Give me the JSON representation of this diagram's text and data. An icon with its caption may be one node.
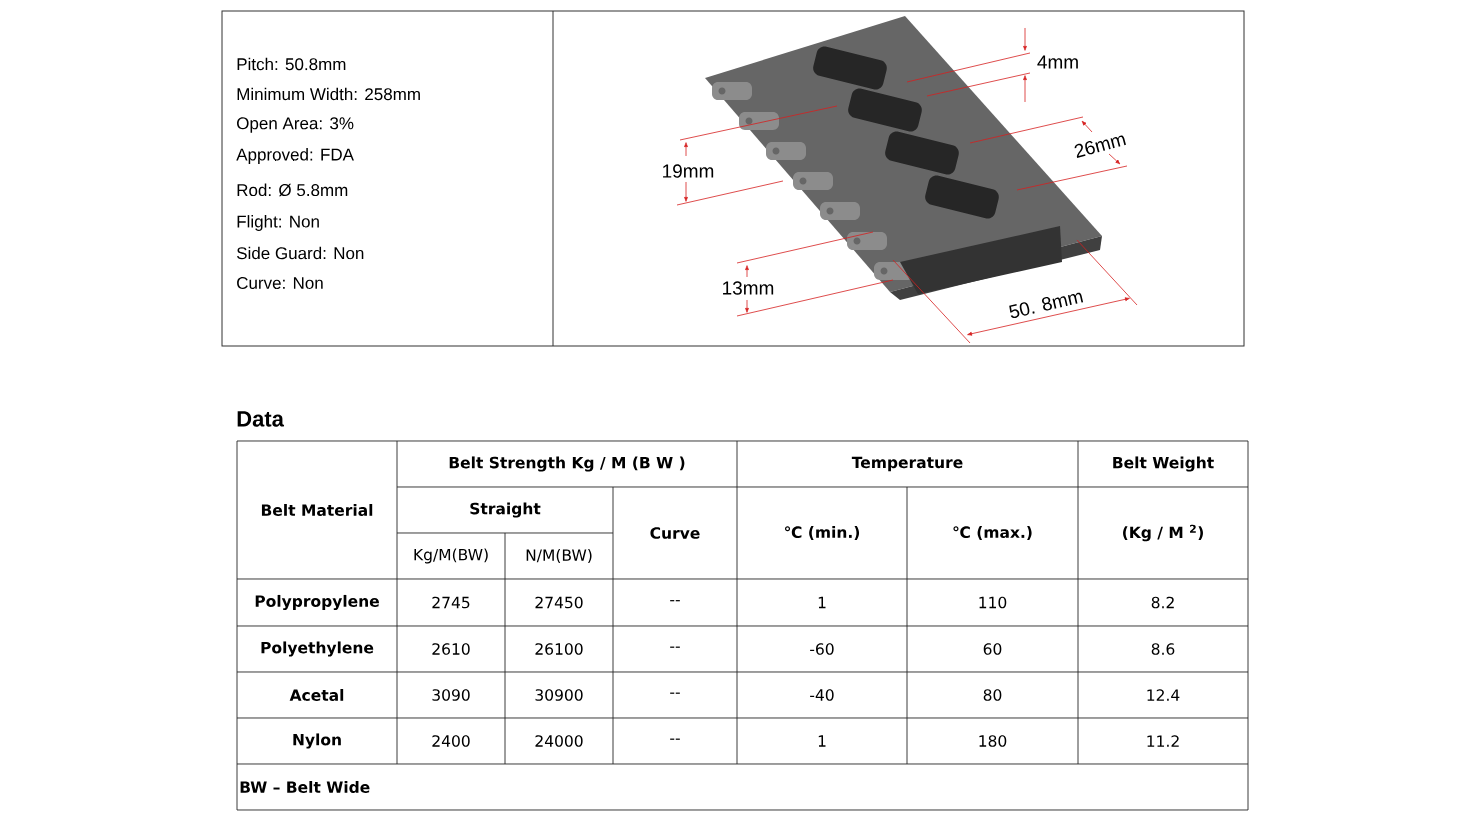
{
  "diagram": {
    "title": "Data",
    "labels": [
      "Pitch: 50.8mm",
      "Minimum Width: 258mm",
      "Open Area: 3%",
      "Approved: FDA",
      "Rod: Ø 5.8mm",
      "Flight: Non",
      "Side Guard: Non",
      "Curve: Non",
      "4mm",
      "26mm",
      "19mm",
      "13mm",
      "50. 8mm",
      "Belt Material",
      "Belt Strength Kg / M (B W )",
      "Temperature",
      "Belt Weight",
      "Straight",
      "Curve",
      "℃ (min.)",
      "℃ (max.)",
      "(Kg / M $^{2}$)",
      "Kg/M(BW)",
      "N/M(BW)",
      "Polypropylene",
      "2745",
      "27450",
      "--",
      "1",
      "110",
      "8.2",
      "Polyethylene",
      "2610",
      "26100",
      "--",
      "-60",
      "60",
      "8.6",
      "Acetal",
      "3090",
      "30900",
      "--",
      "-40",
      "80",
      "12.4",
      "Nylon",
      "2400",
      "24000",
      "--",
      "1",
      "180",
      "11.2",
      "BW – Belt Wide"
    ]
  }
}
